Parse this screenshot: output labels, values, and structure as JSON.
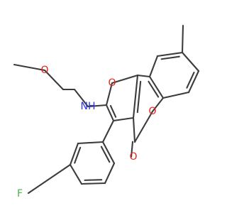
{
  "colors": {
    "bond": "#3c3c3c",
    "oxygen": "#e8211b",
    "nitrogen": "#2c35e6",
    "fluorine": "#4bb54a",
    "carbon": "#3c3c3c",
    "background": "#ffffff"
  },
  "atoms": {
    "o_methoxy": "O",
    "nh_amine": "NH",
    "o_furan": "O",
    "o_pyranone": "O",
    "o_carbonyl": "O",
    "f_aryl": "F"
  }
}
